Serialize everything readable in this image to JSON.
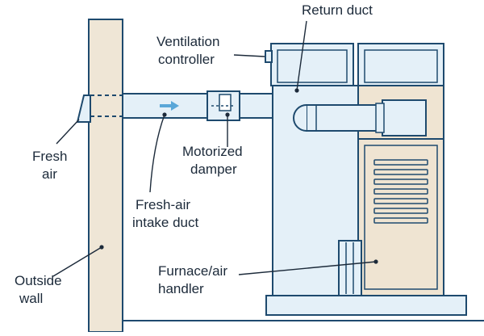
{
  "labels": {
    "return_duct": "Return duct",
    "ventilation_controller_1": "Ventilation",
    "ventilation_controller_2": "controller",
    "fresh_air_1": "Fresh",
    "fresh_air_2": "air",
    "motorized_damper_1": "Motorized",
    "motorized_damper_2": "damper",
    "intake_duct_1": "Fresh-air",
    "intake_duct_2": "intake duct",
    "outside_wall_1": "Outside",
    "outside_wall_2": "wall",
    "furnace_1": "Furnace/air",
    "furnace_2": "handler"
  },
  "colors": {
    "wall_fill": "#efe6d6",
    "equipment_fill": "#e4f0f8",
    "outline": "#1e4a6e",
    "pointer": "#1c2a3a",
    "arrow": "#5aa7d8",
    "furnace_fill": "#efe4d2"
  }
}
